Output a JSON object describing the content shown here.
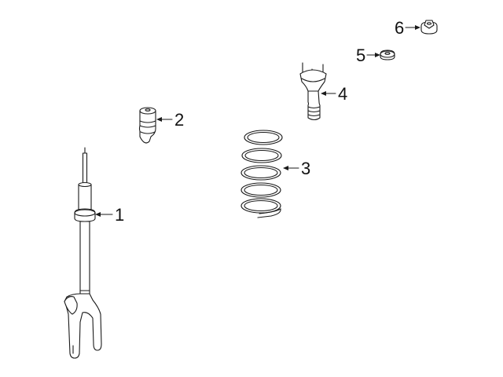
{
  "diagram": {
    "type": "exploded-parts-diagram",
    "subject": "front suspension strut assembly",
    "callouts": [
      {
        "id": "1",
        "label": "1",
        "part": "strut"
      },
      {
        "id": "2",
        "label": "2",
        "part": "bump stop"
      },
      {
        "id": "3",
        "label": "3",
        "part": "coil spring"
      },
      {
        "id": "4",
        "label": "4",
        "part": "upper mount"
      },
      {
        "id": "5",
        "label": "5",
        "part": "washer"
      },
      {
        "id": "6",
        "label": "6",
        "part": "nut"
      }
    ]
  },
  "colors": {
    "line": "#1a1a1a",
    "background": "#ffffff"
  }
}
